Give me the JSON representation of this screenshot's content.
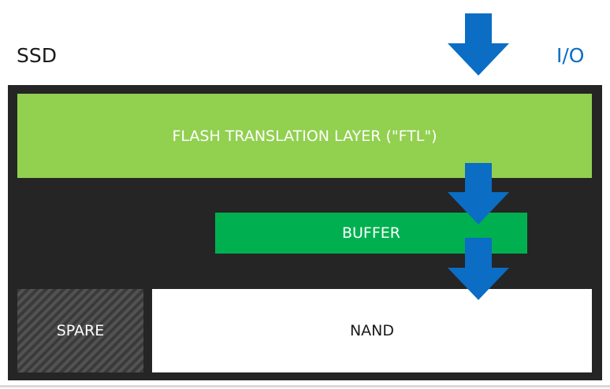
{
  "labels": {
    "ssd": "SSD",
    "io": "I/O"
  },
  "blocks": {
    "ftl": "FLASH TRANSLATION LAYER (\"FTL\")",
    "buffer": "BUFFER",
    "spare": "SPARE",
    "nand": "NAND"
  },
  "colors": {
    "ftl": "#92d050",
    "buffer": "#00b050",
    "arrow": "#0b6dc4",
    "ssd_frame": "#252525",
    "io_text": "#0b6dc4"
  }
}
